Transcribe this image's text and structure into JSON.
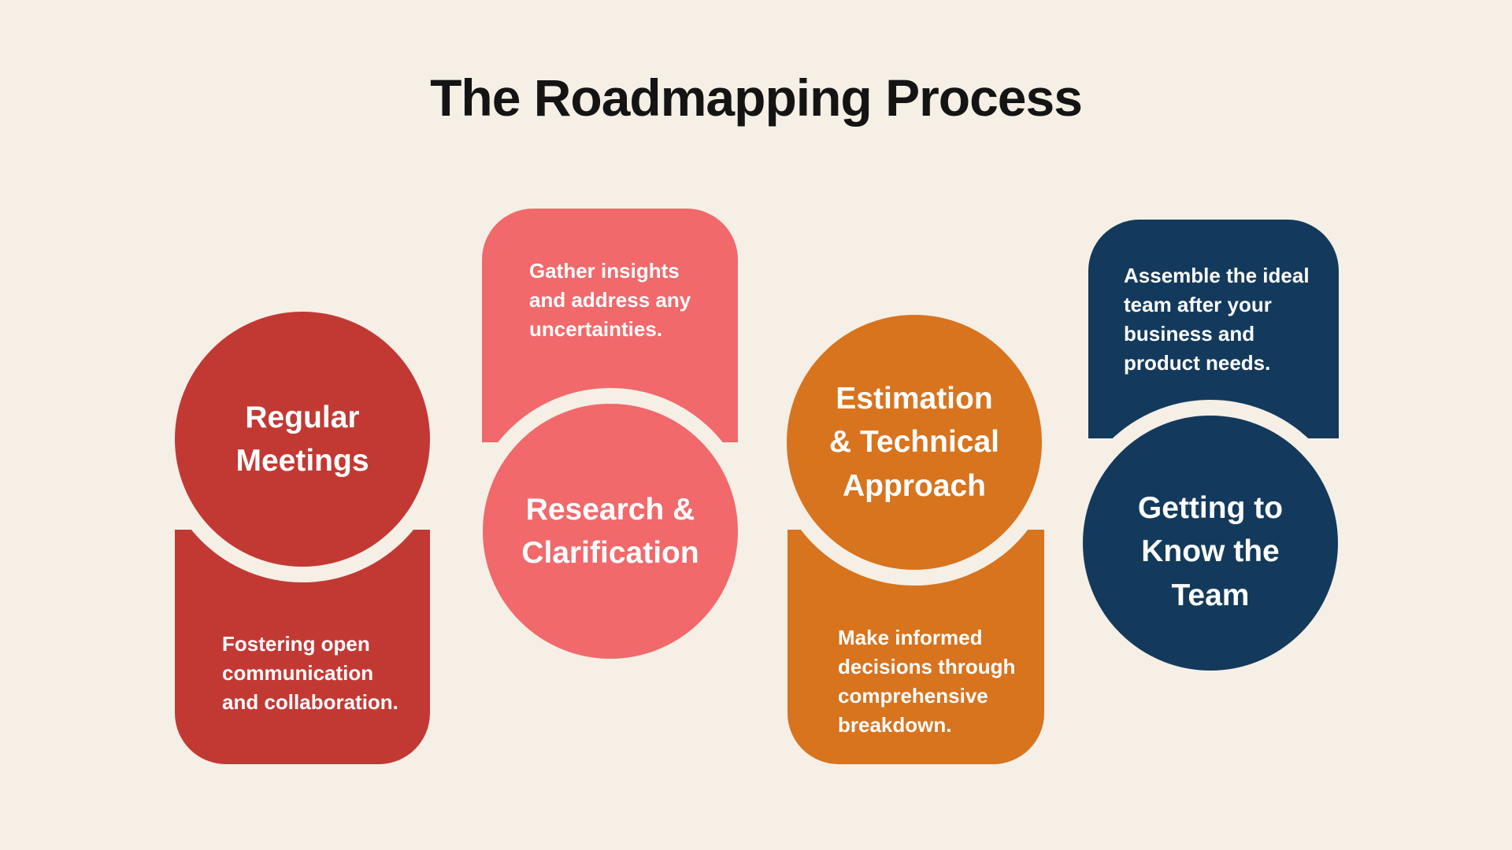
{
  "title": "The Roadmapping Process",
  "colors": {
    "background": "#F5EFE6",
    "title_text": "#141414",
    "label_text": "#FFFFFF",
    "red": "#C23934",
    "pink": "#F1696B",
    "orange": "#D8731E",
    "navy": "#133A5C"
  },
  "stages": [
    {
      "name": "Regular Meetings",
      "color": "#C23934",
      "layout": "circle-top",
      "title_lines": [
        "Regular",
        "Meetings"
      ],
      "description_lines": [
        "Fostering open",
        "communication",
        "and collaboration."
      ]
    },
    {
      "name": "Research & Clarification",
      "color": "#F1696B",
      "layout": "circle-bottom",
      "title_lines": [
        "Research &",
        "Clarification"
      ],
      "description_lines": [
        "Gather insights",
        "and address any",
        "uncertainties."
      ]
    },
    {
      "name": "Estimation & Technical Approach",
      "color": "#D8731E",
      "layout": "circle-top",
      "title_lines": [
        "Estimation",
        "& Technical",
        "Approach"
      ],
      "description_lines": [
        "Make informed",
        "decisions through",
        "comprehensive",
        "breakdown."
      ]
    },
    {
      "name": "Getting to Know the Team",
      "color": "#133A5C",
      "layout": "circle-bottom",
      "title_lines": [
        "Getting to",
        "Know the",
        "Team"
      ],
      "description_lines": [
        "Assemble the ideal",
        "team after your",
        "business and",
        "product needs."
      ]
    }
  ]
}
